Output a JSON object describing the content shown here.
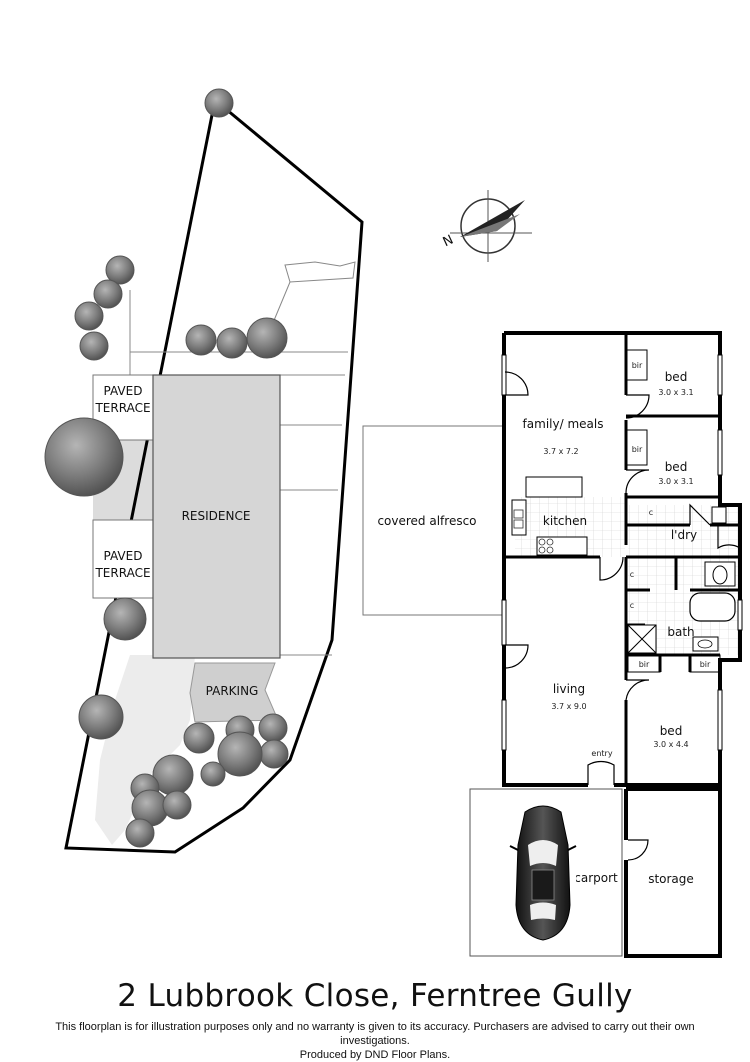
{
  "site": {
    "paved_terrace_1": [
      "PAVED",
      "TERRACE"
    ],
    "paved_terrace_2": [
      "PAVED",
      "TERRACE"
    ],
    "residence": "RESIDENCE",
    "parking": "PARKING"
  },
  "compass": {
    "north_letter": "N"
  },
  "rooms": {
    "family_meals": {
      "name": "family/ meals",
      "size": "3.7 x 7.2"
    },
    "bed1": {
      "name": "bed",
      "size": "3.0 x 3.1",
      "robe": "bir"
    },
    "bed2": {
      "name": "bed",
      "size": "3.0 x 3.1",
      "robe": "bir"
    },
    "kitchen": {
      "name": "kitchen"
    },
    "laundry": {
      "name": "l'dry"
    },
    "covered_alfresco": {
      "name": "covered alfresco"
    },
    "bath": {
      "name": "bath",
      "robe_left": "bir",
      "robe_right": "bir"
    },
    "living": {
      "name": "living",
      "size": "3.7 x 9.0"
    },
    "bed3": {
      "name": "bed",
      "size": "3.0 x 4.4"
    },
    "entry": {
      "name": "entry"
    },
    "carport": {
      "name": "carport"
    },
    "storage": {
      "name": "storage"
    },
    "cupboard_label": "c"
  },
  "footer": {
    "address": "2 Lubbrook Close, Ferntree Gully",
    "disclaimer_line1": "This floorplan is for illustration purposes only and no warranty is given to its accuracy. Purchasers are advised to carry out their own investigations.",
    "disclaimer_line2": "Produced by DND Floor Plans."
  }
}
